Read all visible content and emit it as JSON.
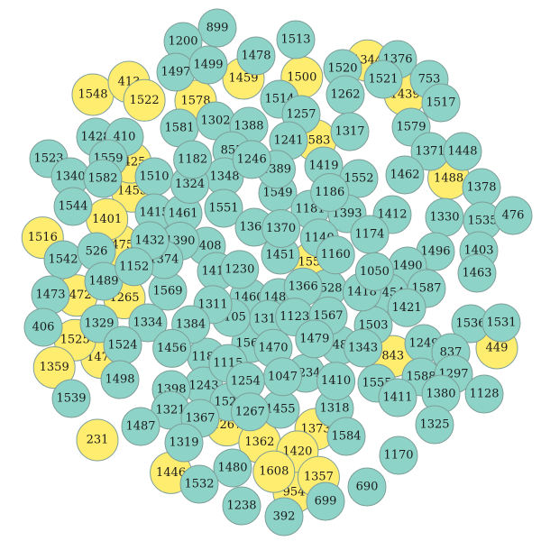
{
  "colors": {
    "teal": "#8dd3c7",
    "yellow": "#ffed6f",
    "stroke": "#7e9e98",
    "text": "#1a1a1a"
  },
  "bubbles": [
    {
      "label": "899",
      "color": "teal"
    },
    {
      "label": "1200",
      "color": "teal"
    },
    {
      "label": "1513",
      "color": "teal"
    },
    {
      "label": "1376",
      "color": "teal"
    },
    {
      "label": "753",
      "color": "teal"
    },
    {
      "label": "1548",
      "color": "yellow"
    },
    {
      "label": "1578",
      "color": "yellow"
    },
    {
      "label": "1497",
      "color": "teal"
    },
    {
      "label": "1499",
      "color": "teal"
    },
    {
      "label": "1478",
      "color": "teal"
    },
    {
      "label": "1520",
      "color": "teal"
    },
    {
      "label": "1521",
      "color": "teal"
    },
    {
      "label": "1517",
      "color": "teal"
    },
    {
      "label": "413",
      "color": "yellow"
    },
    {
      "label": "1459",
      "color": "yellow"
    },
    {
      "label": "1514",
      "color": "teal"
    },
    {
      "label": "1262",
      "color": "teal"
    },
    {
      "label": "1581",
      "color": "teal"
    },
    {
      "label": "1302",
      "color": "teal"
    },
    {
      "label": "1388",
      "color": "teal"
    },
    {
      "label": "1257",
      "color": "teal"
    },
    {
      "label": "1317",
      "color": "teal"
    },
    {
      "label": "1579",
      "color": "teal"
    },
    {
      "label": "1428",
      "color": "teal"
    },
    {
      "label": "410",
      "color": "teal"
    },
    {
      "label": "855",
      "color": "teal"
    },
    {
      "label": "1241",
      "color": "teal"
    },
    {
      "label": "1371",
      "color": "teal"
    },
    {
      "label": "1448",
      "color": "teal"
    },
    {
      "label": "1523",
      "color": "teal"
    },
    {
      "label": "1559",
      "color": "teal"
    },
    {
      "label": "1419",
      "color": "teal"
    },
    {
      "label": "1462",
      "color": "teal"
    },
    {
      "label": "1340",
      "color": "teal"
    },
    {
      "label": "1582",
      "color": "teal"
    },
    {
      "label": "1510",
      "color": "teal"
    },
    {
      "label": "1348",
      "color": "teal"
    },
    {
      "label": "1552",
      "color": "teal"
    },
    {
      "label": "1378",
      "color": "teal"
    },
    {
      "label": "1549",
      "color": "teal"
    },
    {
      "label": "1544",
      "color": "teal"
    },
    {
      "label": "1415",
      "color": "teal"
    },
    {
      "label": "1461",
      "color": "teal"
    },
    {
      "label": "1551",
      "color": "teal"
    },
    {
      "label": "1181",
      "color": "teal"
    },
    {
      "label": "1393",
      "color": "teal"
    },
    {
      "label": "1412",
      "color": "teal"
    },
    {
      "label": "1330",
      "color": "teal"
    },
    {
      "label": "1535",
      "color": "teal"
    },
    {
      "label": "476",
      "color": "teal"
    },
    {
      "label": "1363",
      "color": "teal"
    },
    {
      "label": "1174",
      "color": "teal"
    },
    {
      "label": "1496",
      "color": "teal"
    },
    {
      "label": "1403",
      "color": "teal"
    },
    {
      "label": "1542",
      "color": "teal"
    },
    {
      "label": "526",
      "color": "teal"
    },
    {
      "label": "1408",
      "color": "teal"
    },
    {
      "label": "1451",
      "color": "teal"
    },
    {
      "label": "1558",
      "color": "yellow"
    },
    {
      "label": "1490",
      "color": "teal"
    },
    {
      "label": "1463",
      "color": "teal"
    },
    {
      "label": "1489",
      "color": "teal"
    },
    {
      "label": "1417",
      "color": "teal"
    },
    {
      "label": "1528",
      "color": "teal"
    },
    {
      "label": "1454",
      "color": "teal"
    },
    {
      "label": "1587",
      "color": "teal"
    },
    {
      "label": "1473",
      "color": "teal"
    },
    {
      "label": "1569",
      "color": "teal"
    },
    {
      "label": "1460",
      "color": "teal"
    },
    {
      "label": "1482",
      "color": "teal"
    },
    {
      "label": "1329",
      "color": "teal"
    },
    {
      "label": "1334",
      "color": "teal"
    },
    {
      "label": "1503",
      "color": "teal"
    },
    {
      "label": "1536",
      "color": "teal"
    },
    {
      "label": "1531",
      "color": "teal"
    },
    {
      "label": "406",
      "color": "teal"
    },
    {
      "label": "1524",
      "color": "teal"
    },
    {
      "label": "1561",
      "color": "teal"
    },
    {
      "label": "1485",
      "color": "teal"
    },
    {
      "label": "1249",
      "color": "teal"
    },
    {
      "label": "837",
      "color": "teal"
    },
    {
      "label": "449",
      "color": "yellow"
    },
    {
      "label": "1183",
      "color": "teal"
    },
    {
      "label": "1498",
      "color": "teal"
    },
    {
      "label": "1234",
      "color": "teal"
    },
    {
      "label": "1555",
      "color": "teal"
    },
    {
      "label": "1588",
      "color": "teal"
    },
    {
      "label": "1297",
      "color": "teal"
    },
    {
      "label": "1243",
      "color": "teal"
    },
    {
      "label": "1398",
      "color": "teal"
    },
    {
      "label": "1380",
      "color": "teal"
    },
    {
      "label": "1128",
      "color": "teal"
    },
    {
      "label": "1539",
      "color": "teal"
    },
    {
      "label": "1527",
      "color": "teal"
    },
    {
      "label": "1455",
      "color": "teal"
    },
    {
      "label": "1318",
      "color": "teal"
    },
    {
      "label": "1411",
      "color": "teal"
    },
    {
      "label": "1321",
      "color": "teal"
    },
    {
      "label": "1487",
      "color": "teal"
    },
    {
      "label": "1367",
      "color": "teal"
    },
    {
      "label": "1325",
      "color": "teal"
    },
    {
      "label": "231",
      "color": "yellow"
    },
    {
      "label": "1319",
      "color": "teal"
    },
    {
      "label": "1584",
      "color": "teal"
    },
    {
      "label": "1170",
      "color": "teal"
    },
    {
      "label": "1480",
      "color": "teal"
    },
    {
      "label": "1532",
      "color": "teal"
    },
    {
      "label": "954",
      "color": "yellow"
    },
    {
      "label": "690",
      "color": "teal"
    },
    {
      "label": "1238",
      "color": "teal"
    },
    {
      "label": "392",
      "color": "teal"
    },
    {
      "label": "699",
      "color": "teal"
    },
    {
      "label": "1230",
      "color": "teal"
    },
    {
      "label": "1366",
      "color": "teal"
    },
    {
      "label": "1313",
      "color": "teal"
    },
    {
      "label": "1370",
      "color": "teal"
    },
    {
      "label": "1123",
      "color": "teal"
    },
    {
      "label": "1105",
      "color": "teal"
    },
    {
      "label": "1140",
      "color": "teal"
    },
    {
      "label": "1311",
      "color": "teal"
    },
    {
      "label": "1160",
      "color": "teal"
    },
    {
      "label": "1567",
      "color": "teal"
    },
    {
      "label": "1470",
      "color": "teal"
    },
    {
      "label": "1479",
      "color": "teal"
    },
    {
      "label": "1418",
      "color": "teal"
    },
    {
      "label": "1384",
      "color": "teal"
    },
    {
      "label": "1390",
      "color": "teal"
    },
    {
      "label": "1115",
      "color": "teal"
    },
    {
      "label": "1186",
      "color": "teal"
    },
    {
      "label": "1047",
      "color": "teal"
    },
    {
      "label": "1050",
      "color": "teal"
    },
    {
      "label": "1389",
      "color": "teal"
    },
    {
      "label": "1374",
      "color": "teal"
    },
    {
      "label": "1254",
      "color": "teal"
    },
    {
      "label": "1246",
      "color": "teal"
    },
    {
      "label": "1343",
      "color": "teal"
    },
    {
      "label": "1324",
      "color": "teal"
    },
    {
      "label": "1456",
      "color": "teal"
    },
    {
      "label": "1410",
      "color": "teal"
    },
    {
      "label": "1432",
      "color": "teal"
    },
    {
      "label": "1152",
      "color": "teal"
    },
    {
      "label": "1267",
      "color": "teal"
    },
    {
      "label": "1182",
      "color": "teal"
    },
    {
      "label": "1421",
      "color": "teal"
    },
    {
      "label": "1583",
      "color": "yellow"
    },
    {
      "label": "843",
      "color": "yellow"
    },
    {
      "label": "1265",
      "color": "yellow"
    },
    {
      "label": "1475",
      "color": "yellow"
    },
    {
      "label": "1267",
      "color": "yellow"
    },
    {
      "label": "1373",
      "color": "yellow"
    },
    {
      "label": "1453",
      "color": "yellow"
    },
    {
      "label": "1362",
      "color": "yellow"
    },
    {
      "label": "1401",
      "color": "yellow"
    },
    {
      "label": "1420",
      "color": "yellow"
    },
    {
      "label": "1425",
      "color": "yellow"
    },
    {
      "label": "1476",
      "color": "yellow"
    },
    {
      "label": "1472",
      "color": "yellow"
    },
    {
      "label": "1608",
      "color": "yellow"
    },
    {
      "label": "1500",
      "color": "yellow"
    },
    {
      "label": "1488",
      "color": "yellow"
    },
    {
      "label": "1525",
      "color": "yellow"
    },
    {
      "label": "1357",
      "color": "yellow"
    },
    {
      "label": "1522",
      "color": "yellow"
    },
    {
      "label": "1446",
      "color": "yellow"
    },
    {
      "label": "1439",
      "color": "yellow"
    },
    {
      "label": "1516",
      "color": "yellow"
    },
    {
      "label": "1359",
      "color": "yellow"
    },
    {
      "label": "1344",
      "color": "yellow"
    }
  ]
}
